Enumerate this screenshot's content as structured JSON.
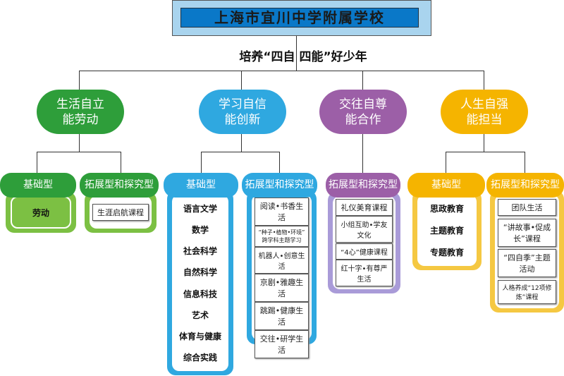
{
  "title": "上海市宜川中学附属学校",
  "slogan": "培养“四自 四能”好少年",
  "colors": {
    "green": "#2e9e3a",
    "blue": "#2fa8e0",
    "purple": "#9c5fa7",
    "orange": "#f5b400"
  },
  "pillars": [
    {
      "label": "生活自立\n能劳动",
      "basic_label": "基础型",
      "basic_items": [
        "劳动"
      ],
      "ext_label": "拓展型和探究型",
      "ext_items": [
        "生涯启航课程"
      ]
    },
    {
      "label": "学习自信\n能创新",
      "basic_label": "基础型",
      "basic_items": [
        "语言文学",
        "数学",
        "社会科学",
        "自然科学",
        "信息科技",
        "艺术",
        "体育与健康",
        "综合实践"
      ],
      "ext_label": "拓展型和探究型",
      "ext_items": [
        "阅读•书香生活",
        "“种子•植物•环境”\n跨学科主题学习",
        "机器人•创意生活",
        "京剧•雅趣生活",
        "跳踢•健康生活",
        "交往•研学生活"
      ]
    },
    {
      "label": "交往自尊\n能合作",
      "ext_label": "拓展型和探究型",
      "ext_items": [
        "礼仪美育课程",
        "小组互助•学友文化",
        "“4心”健康课程",
        "红十字•有尊严生活"
      ]
    },
    {
      "label": "人生自强\n能担当",
      "basic_label": "基础型",
      "basic_items": [
        "思政教育",
        "主题教育",
        "专题教育"
      ],
      "ext_label": "拓展型和探究型",
      "ext_items": [
        "团队生活",
        "“讲故事•促成长”课程",
        "“四自季”主题活动",
        "人格养成“12项修炼”课程"
      ]
    }
  ]
}
